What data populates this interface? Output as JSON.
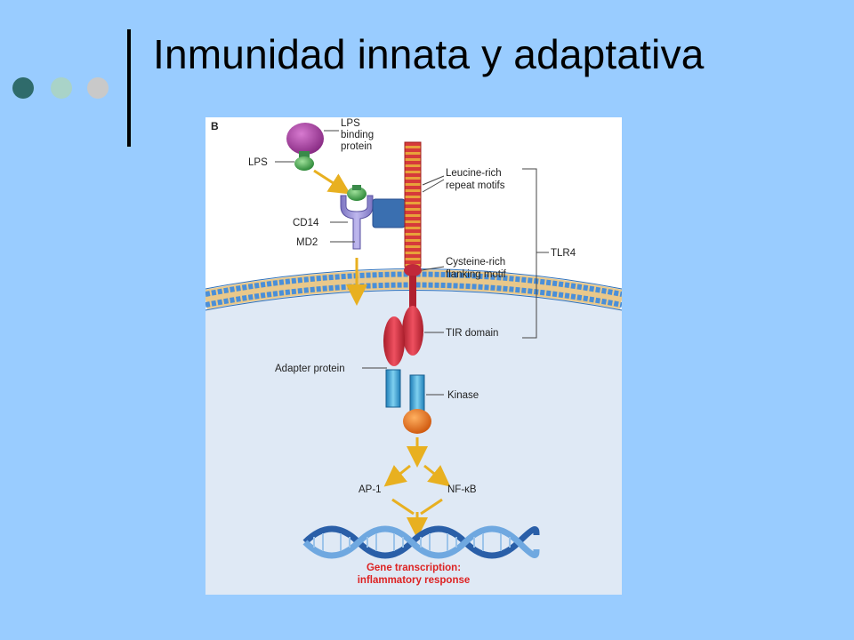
{
  "slide": {
    "title": "Inmunidad innata y adaptativa",
    "dot_colors": [
      "#2f6b6b",
      "#a9d3c8",
      "#c9c9c9"
    ]
  },
  "diagram": {
    "panel_letter": "B",
    "labels": {
      "lbp_line1": "LPS",
      "lbp_line2": "binding",
      "lbp_line3": "protein",
      "lps": "LPS",
      "cd14": "CD14",
      "md2": "MD2",
      "leucine_line1": "Leucine-rich",
      "leucine_line2": "repeat motifs",
      "tlr4": "TLR4",
      "cysteine_line1": "Cysteine-rich",
      "cysteine_line2": "flanking motif",
      "tir": "TIR domain",
      "adapter": "Adapter protein",
      "kinase": "Kinase",
      "ap1": "AP-1",
      "nfkb": "NF-κB",
      "gene_line1": "Gene transcription:",
      "gene_line2": "inflammatory response"
    }
  }
}
